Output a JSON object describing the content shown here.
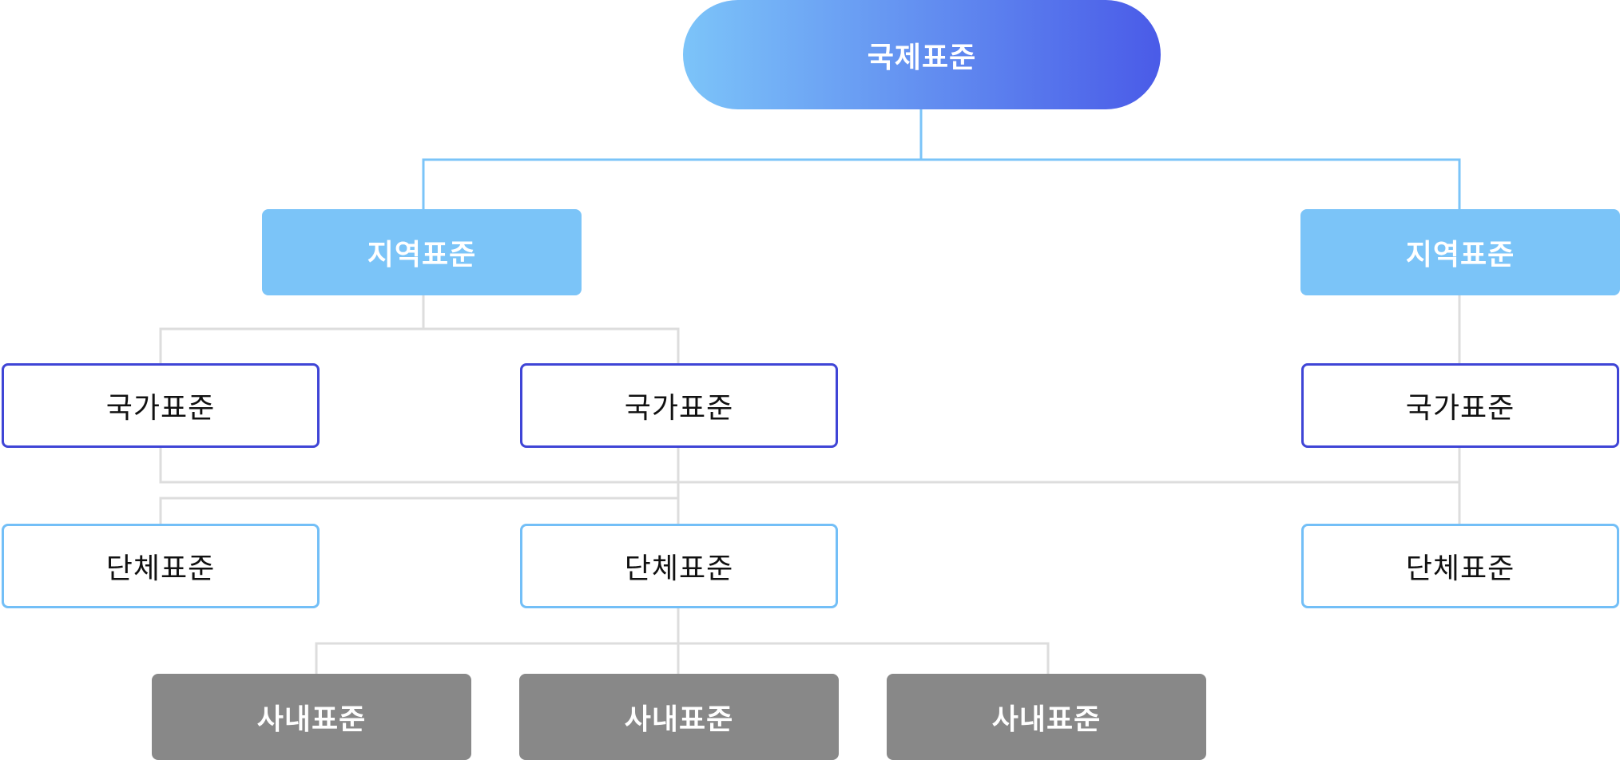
{
  "root": {
    "label": "국제표준"
  },
  "regional": [
    {
      "label": "지역표준"
    },
    {
      "label": "지역표준"
    }
  ],
  "national": [
    {
      "label": "국가표준"
    },
    {
      "label": "국가표준"
    },
    {
      "label": "국가표준"
    }
  ],
  "organization": [
    {
      "label": "단체표준"
    },
    {
      "label": "단체표준"
    },
    {
      "label": "단체표준"
    }
  ],
  "company": [
    {
      "label": "사내표준"
    },
    {
      "label": "사내표준"
    },
    {
      "label": "사내표준"
    }
  ],
  "colors": {
    "root_gradient_start": "#7cc4f9",
    "root_gradient_end": "#4a5be8",
    "regional_fill": "#7bc4f8",
    "national_border": "#3f45d6",
    "organization_border": "#73bff7",
    "company_fill": "#888888",
    "connector_blue": "#7bc4f8",
    "connector_gray": "#dddddd"
  }
}
